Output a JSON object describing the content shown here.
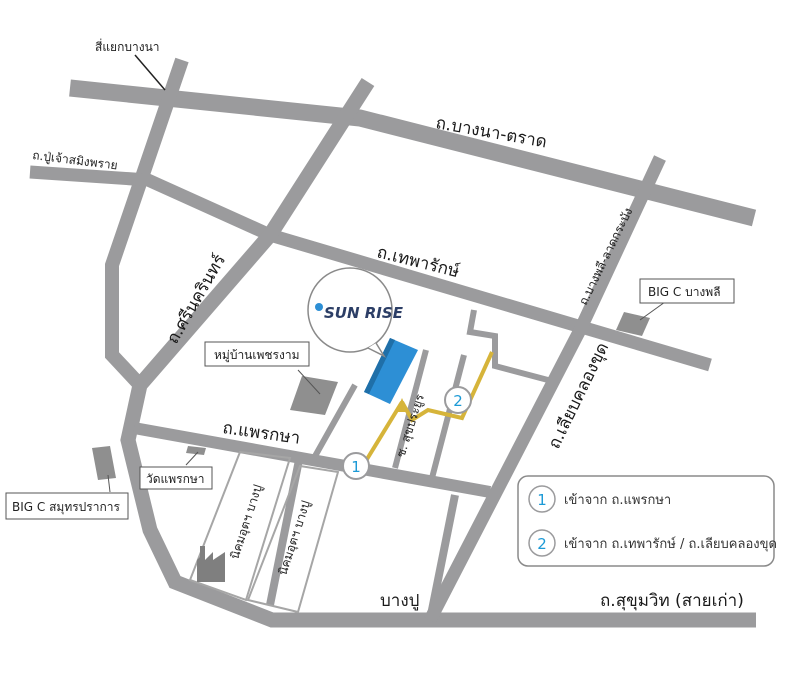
{
  "roads": {
    "bangna_trat": "ถ.บางนา-ตราด",
    "thepharak": "ถ.เทพารักษ์",
    "srinakarin": "ถ.ศรีนครินทร์",
    "phraeksa": "ถ.แพรกษา",
    "sukhumvit_old": "ถ.สุขุมวิท (สายเก่า)",
    "liap_khlong_khut": "ถ.เลียบคลองขุด",
    "puchao": "ถ.ปู่เจ้าสมิงพราย",
    "bangphli_ladkrabang": "ถ.บางพลี-ลาดกระบัง",
    "soi_sukprayun": "ซ. สุขประยูร"
  },
  "places": {
    "bangna_junction": "สี่แยกบางนา",
    "bang_pu": "บางปู",
    "big_c_bangphli": "BIG C บางพลี",
    "big_c_samutprakan": "BIG C สมุทรปราการ",
    "mooban_phetcharangam": "หมู่บ้านเพชรงาม",
    "wat_phraeksa": "วัดแพรกษา",
    "industrial_estate_1": "นิคมอุตฯ บางปู",
    "industrial_estate_2": "นิคมอุตฯ บางปู"
  },
  "project": {
    "logo_text": "SUN RISE",
    "accent_color": "#2d8fd5"
  },
  "legend": {
    "items": [
      {
        "number": "1",
        "text": "เข้าจาก ถ.แพรกษา"
      },
      {
        "number": "2",
        "text": "เข้าจาก ถ.เทพารักษ์ / ถ.เลียบคลองขุด"
      }
    ]
  },
  "colors": {
    "road": "#9b9b9d",
    "route": "#d6b43a",
    "marker_number": "#1c9ad6",
    "building": "#8f8f8f",
    "background": "#ffffff"
  }
}
